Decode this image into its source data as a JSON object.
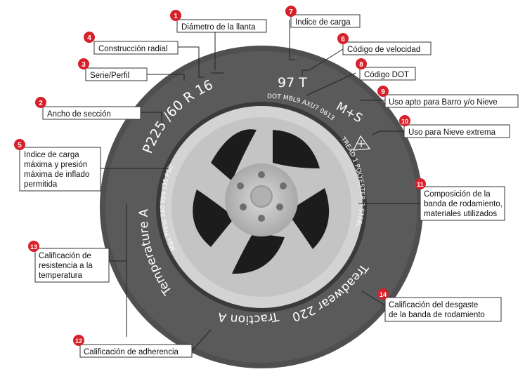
{
  "tire": {
    "size": "P225 /60 R 16",
    "load_speed": "97 T",
    "dot": "DOT MBL9 AXU7 0613",
    "ms": "M+S",
    "tread_plies": "TREAD 1 POLYESTER 2 STEEL",
    "max_press": "Max.Press 240 kpa (35 PSI)",
    "temperature": "Temperature A",
    "traction": "Traction A",
    "treadwear": "Treadwear 220"
  },
  "callouts": [
    {
      "num": "1",
      "lines": [
        "Diámetro de la llanta"
      ]
    },
    {
      "num": "2",
      "lines": [
        "Ancho de sección"
      ]
    },
    {
      "num": "3",
      "lines": [
        "Serie/Perfil"
      ]
    },
    {
      "num": "4",
      "lines": [
        "Construcción radial"
      ]
    },
    {
      "num": "5",
      "lines": [
        "Indice de carga",
        "máxima y presión",
        "máxima de inflado",
        "permitida"
      ]
    },
    {
      "num": "6",
      "lines": [
        "Código de velocidad"
      ]
    },
    {
      "num": "7",
      "lines": [
        "Indice de carga"
      ]
    },
    {
      "num": "8",
      "lines": [
        "Código DOT"
      ]
    },
    {
      "num": "9",
      "lines": [
        "Uso apto para Barro y/o Nieve"
      ]
    },
    {
      "num": "10",
      "lines": [
        "Uso para Nieve extrema"
      ]
    },
    {
      "num": "11",
      "lines": [
        "Composición de la",
        "banda de rodamiento,",
        "materiales utilizados"
      ]
    },
    {
      "num": "12",
      "lines": [
        "Calificación de adherencia"
      ]
    },
    {
      "num": "13",
      "lines": [
        "Calificación de",
        "resistencia a la",
        "temperatura"
      ]
    },
    {
      "num": "14",
      "lines": [
        "Calificación del desgaste",
        "de la banda de rodamiento"
      ]
    }
  ],
  "colors": {
    "badge": "#d8202a",
    "tire": "#555555",
    "wheel": "#cfcfcf"
  }
}
